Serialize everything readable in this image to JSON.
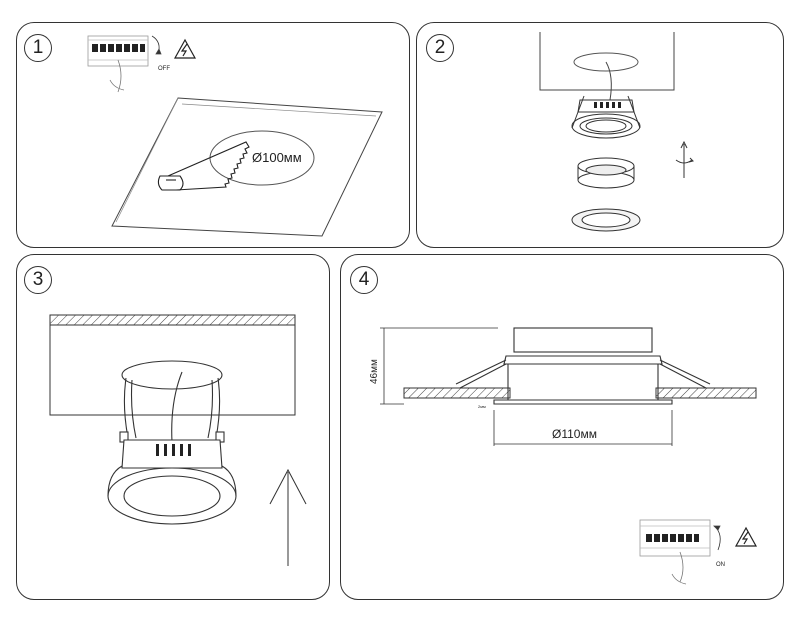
{
  "steps": [
    {
      "number": "1",
      "hole_diameter": "Ø100мм",
      "switch_state": "OFF"
    },
    {
      "number": "2"
    },
    {
      "number": "3"
    },
    {
      "number": "4",
      "height": "46мм",
      "outer_diameter": "Ø110мм",
      "ceiling_thickness": "2мм",
      "switch_state": "ON"
    }
  ],
  "icons": [
    "breaker-switch-icon",
    "high-voltage-warning-icon",
    "rotate-arrow-icon",
    "hand-saw-icon",
    "up-arrow-icon"
  ]
}
